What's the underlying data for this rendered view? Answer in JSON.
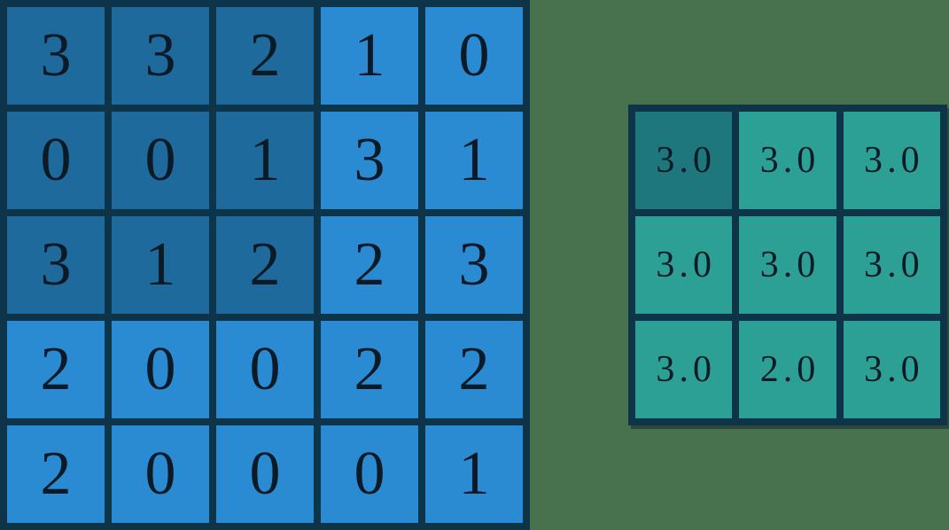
{
  "figure": {
    "kind": "pooling-operation-diagram",
    "background_color": "#48714e",
    "grid_line_color": "#0d3448",
    "text_color": "#0c1a26"
  },
  "input_grid": {
    "rows": 5,
    "cols": 5,
    "values": [
      [
        "3",
        "3",
        "2",
        "1",
        "0"
      ],
      [
        "0",
        "0",
        "1",
        "3",
        "1"
      ],
      [
        "3",
        "1",
        "2",
        "2",
        "3"
      ],
      [
        "2",
        "0",
        "0",
        "2",
        "2"
      ],
      [
        "2",
        "0",
        "0",
        "0",
        "1"
      ]
    ],
    "cell_color": "#2a8bd2",
    "highlight_color": "#1f6a9c",
    "highlight_window": {
      "row_start": 0,
      "row_end": 2,
      "col_start": 0,
      "col_end": 2
    }
  },
  "output_grid": {
    "rows": 3,
    "cols": 3,
    "values": [
      [
        "3.0",
        "3.0",
        "3.0"
      ],
      [
        "3.0",
        "3.0",
        "3.0"
      ],
      [
        "3.0",
        "2.0",
        "3.0"
      ]
    ],
    "cell_color": "#2da095",
    "highlight_color": "#1f777e",
    "highlight_cell": {
      "row": 0,
      "col": 0
    }
  },
  "chart_data": {
    "type": "heatmap",
    "title": "",
    "matrices": [
      {
        "name": "input-matrix-5x5",
        "values": [
          [
            3,
            3,
            2,
            1,
            0
          ],
          [
            0,
            0,
            1,
            3,
            1
          ],
          [
            3,
            1,
            2,
            2,
            3
          ],
          [
            2,
            0,
            0,
            2,
            2
          ],
          [
            2,
            0,
            0,
            0,
            1
          ]
        ],
        "highlighted_region": "rows 0-2, cols 0-2"
      },
      {
        "name": "output-matrix-3x3",
        "values": [
          [
            3.0,
            3.0,
            3.0
          ],
          [
            3.0,
            3.0,
            3.0
          ],
          [
            3.0,
            2.0,
            3.0
          ]
        ],
        "highlighted_region": "row 0, col 0"
      }
    ]
  }
}
